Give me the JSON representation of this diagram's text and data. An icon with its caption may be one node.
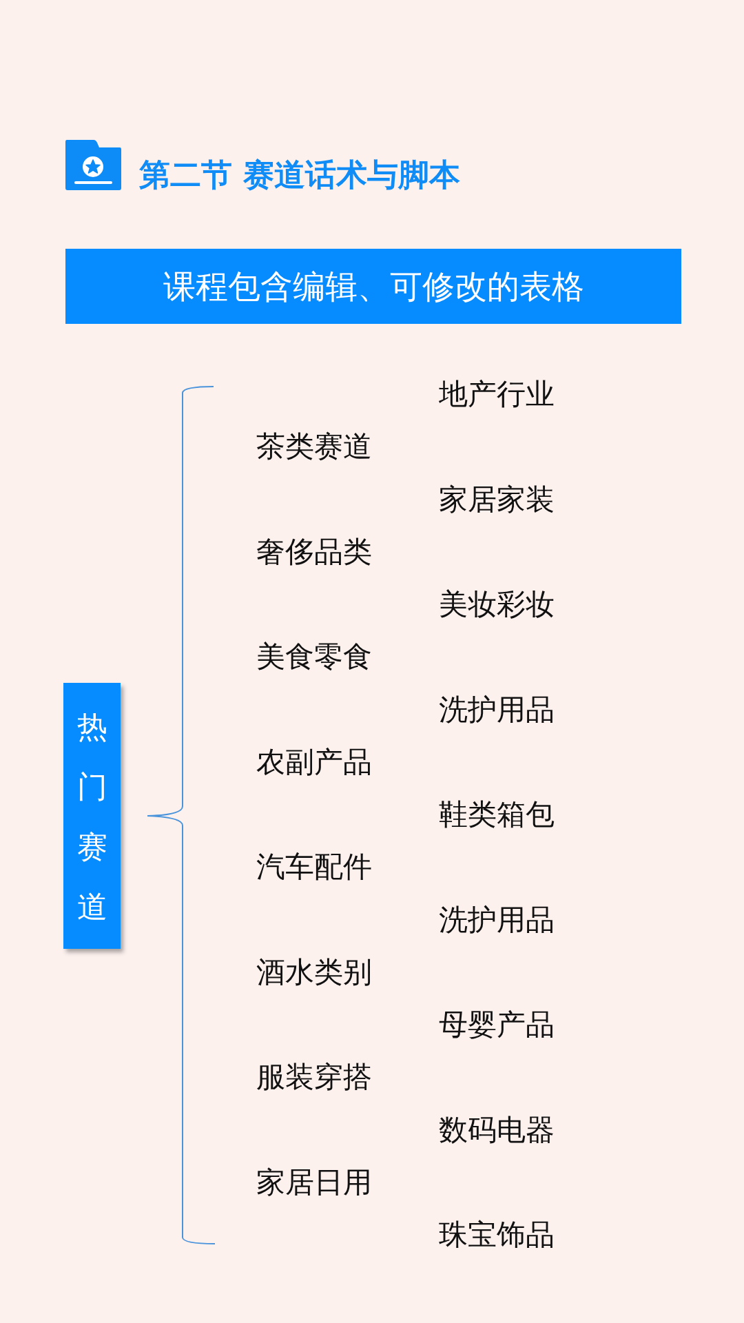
{
  "diagram": {
    "title": "第二节 赛道话术与脚本",
    "nodes": [
      {
        "text": [
          "课程包含编辑、可修改的表格"
        ]
      },
      {
        "text": [
          "热门赛道"
        ]
      }
    ],
    "labels": [
      "地产行业",
      "茶类赛道",
      "家居家装",
      "奢侈品类",
      "美妆彩妆",
      "美食零食",
      "洗护用品",
      "农副产品",
      "鞋类箱包",
      "汽车配件",
      "洗护用品",
      "酒水类别",
      "母婴产品",
      "服装穿搭",
      "数码电器",
      "家居日用",
      "珠宝饰品"
    ]
  }
}
